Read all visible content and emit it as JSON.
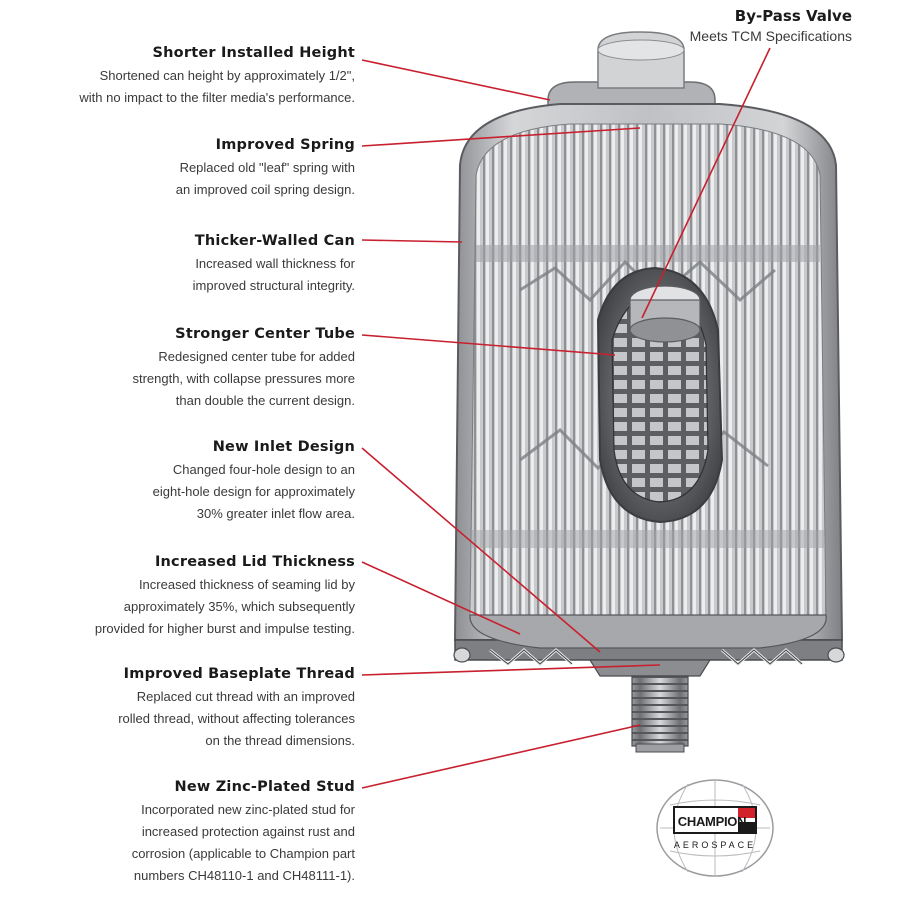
{
  "callouts": [
    {
      "title": "Shorter Installed Height",
      "lines": [
        "Shortened can height by approximately 1/2\",",
        "with no impact to the filter media's performance."
      ]
    },
    {
      "title": "Improved Spring",
      "lines": [
        "Replaced old \"leaf\" spring with",
        "an improved coil spring design."
      ]
    },
    {
      "title": "Thicker-Walled Can",
      "lines": [
        "Increased wall thickness for",
        "improved structural integrity."
      ]
    },
    {
      "title": "Stronger Center Tube",
      "lines": [
        "Redesigned center tube for added",
        "strength, with collapse pressures more",
        "than double the current design."
      ]
    },
    {
      "title": "New Inlet Design",
      "lines": [
        "Changed four-hole design to an",
        "eight-hole design for approximately",
        "30% greater inlet flow area."
      ]
    },
    {
      "title": "Increased Lid Thickness",
      "lines": [
        "Increased thickness of seaming lid by",
        "approximately 35%, which subsequently",
        "provided for higher burst and impulse testing."
      ]
    },
    {
      "title": "Improved Baseplate Thread",
      "lines": [
        "Replaced cut thread with an improved",
        "rolled thread, without affecting tolerances",
        "on the thread dimensions."
      ]
    },
    {
      "title": "New Zinc-Plated Stud",
      "lines": [
        "Incorporated new zinc-plated stud for",
        "increased protection against rust and",
        "corrosion (applicable to Champion part",
        "numbers CH48110-1 and CH48111-1)."
      ]
    }
  ],
  "bypass": {
    "title": "By-Pass Valve",
    "subtitle": "Meets TCM Specifications"
  },
  "logo": {
    "line1": "CHAMPION",
    "line2": "AEROSPACE"
  },
  "colors": {
    "leader": "#c8202f",
    "metal": "#a9abae",
    "metal_dark": "#5e6064",
    "logo_red": "#d2232a"
  }
}
